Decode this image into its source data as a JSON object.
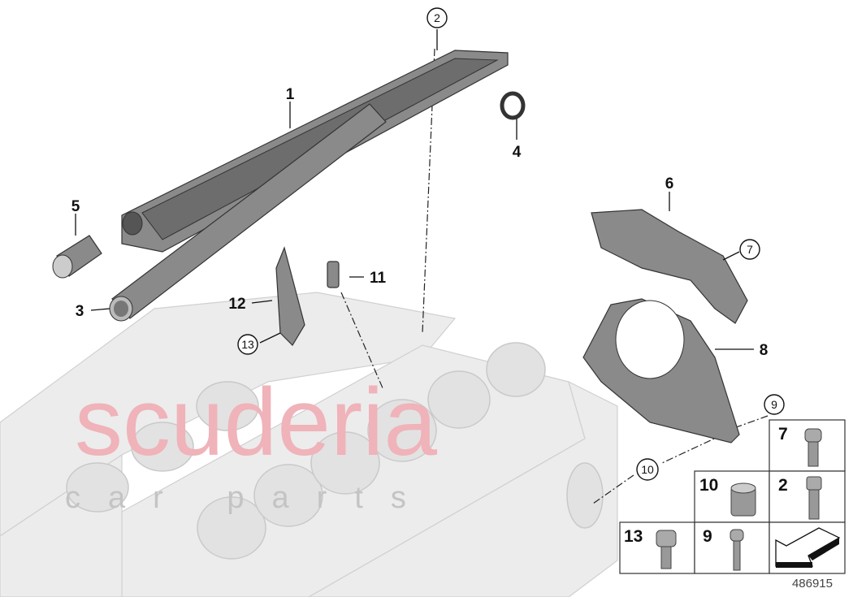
{
  "watermark": {
    "brand": "scuderia",
    "sub": "car parts"
  },
  "callouts": {
    "c1": "1",
    "c2": "2",
    "c3": "3",
    "c4": "4",
    "c5": "5",
    "c6": "6",
    "c7": "7",
    "c8": "8",
    "c9": "9",
    "c10": "10",
    "c11": "11",
    "c12": "12",
    "c13": "13"
  },
  "legend_table": {
    "cells": [
      {
        "label": "7",
        "part": "flange-bolt"
      },
      {
        "label": "10",
        "part": "dowel-sleeve"
      },
      {
        "label": "2",
        "part": "hex-flange-bolt"
      },
      {
        "label": "13",
        "part": "socket-head-bolt"
      },
      {
        "label": "9",
        "part": "torx-bolt"
      }
    ],
    "direction_icon": "arrow-down-left-icon"
  },
  "reference_number": "486915"
}
